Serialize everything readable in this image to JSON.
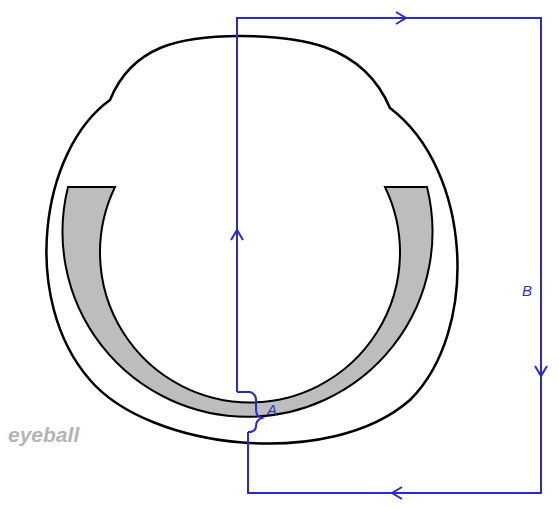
{
  "diagram": {
    "labels": [
      "A",
      "B",
      "eyeball"
    ]
  }
}
